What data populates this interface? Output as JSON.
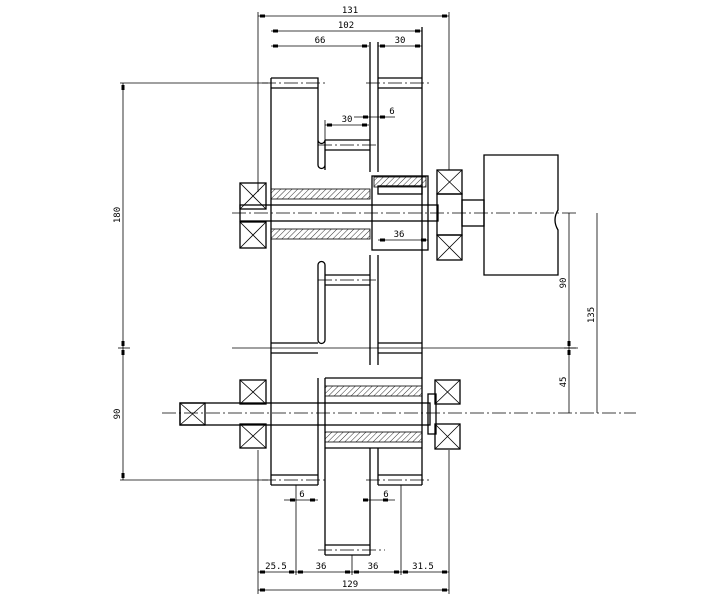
{
  "title": "Two-stage gear reducer assembly drawing",
  "colors": {
    "line": "#000000",
    "background": "#ffffff"
  },
  "dimensions": {
    "overall_top": "131",
    "gear_span_top": "102",
    "left_gear_span": "66",
    "right_gear_width": "30",
    "small_gear_width": "30",
    "gap_top": "6",
    "hub_length": "36",
    "height_left_upper": "180",
    "height_left_lower": "90",
    "right_upper": "90",
    "right_total": "135",
    "right_lower": "45",
    "gap_bottom_left": "6",
    "gap_bottom_right": "6",
    "bottom_seg1": "25.5",
    "bottom_seg2": "36",
    "bottom_seg3": "36",
    "bottom_seg4": "31.5",
    "overall_bottom": "129"
  }
}
